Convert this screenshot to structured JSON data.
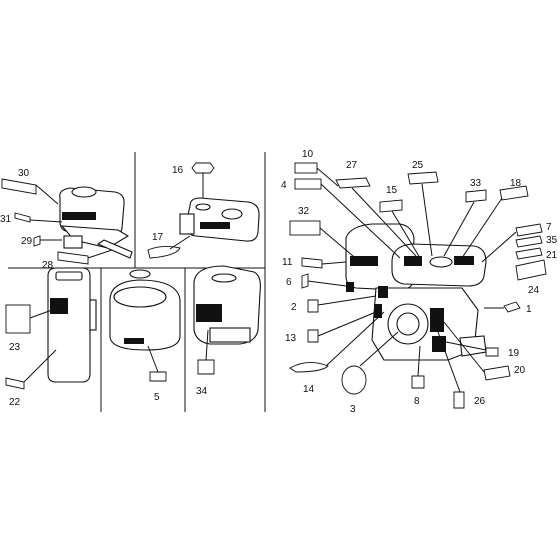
{
  "labels": {
    "p30": "30",
    "p31": "31",
    "p29": "29",
    "p28": "28",
    "p16": "16",
    "p17": "17",
    "p23": "23",
    "p22": "22",
    "p5": "5",
    "p34": "34",
    "p10": "10",
    "p4": "4",
    "p27": "27",
    "p25": "25",
    "p15": "15",
    "p33": "33",
    "p18": "18",
    "p32": "32",
    "p7": "7",
    "p35": "35",
    "p21": "21",
    "p11": "11",
    "p24": "24",
    "p6": "6",
    "p1": "1",
    "p2": "2",
    "p13": "13",
    "p19": "19",
    "p14": "14",
    "p20": "20",
    "p3": "3",
    "p8": "8",
    "p26": "26"
  },
  "colors": {
    "line": "#111111",
    "background": "#ffffff"
  }
}
